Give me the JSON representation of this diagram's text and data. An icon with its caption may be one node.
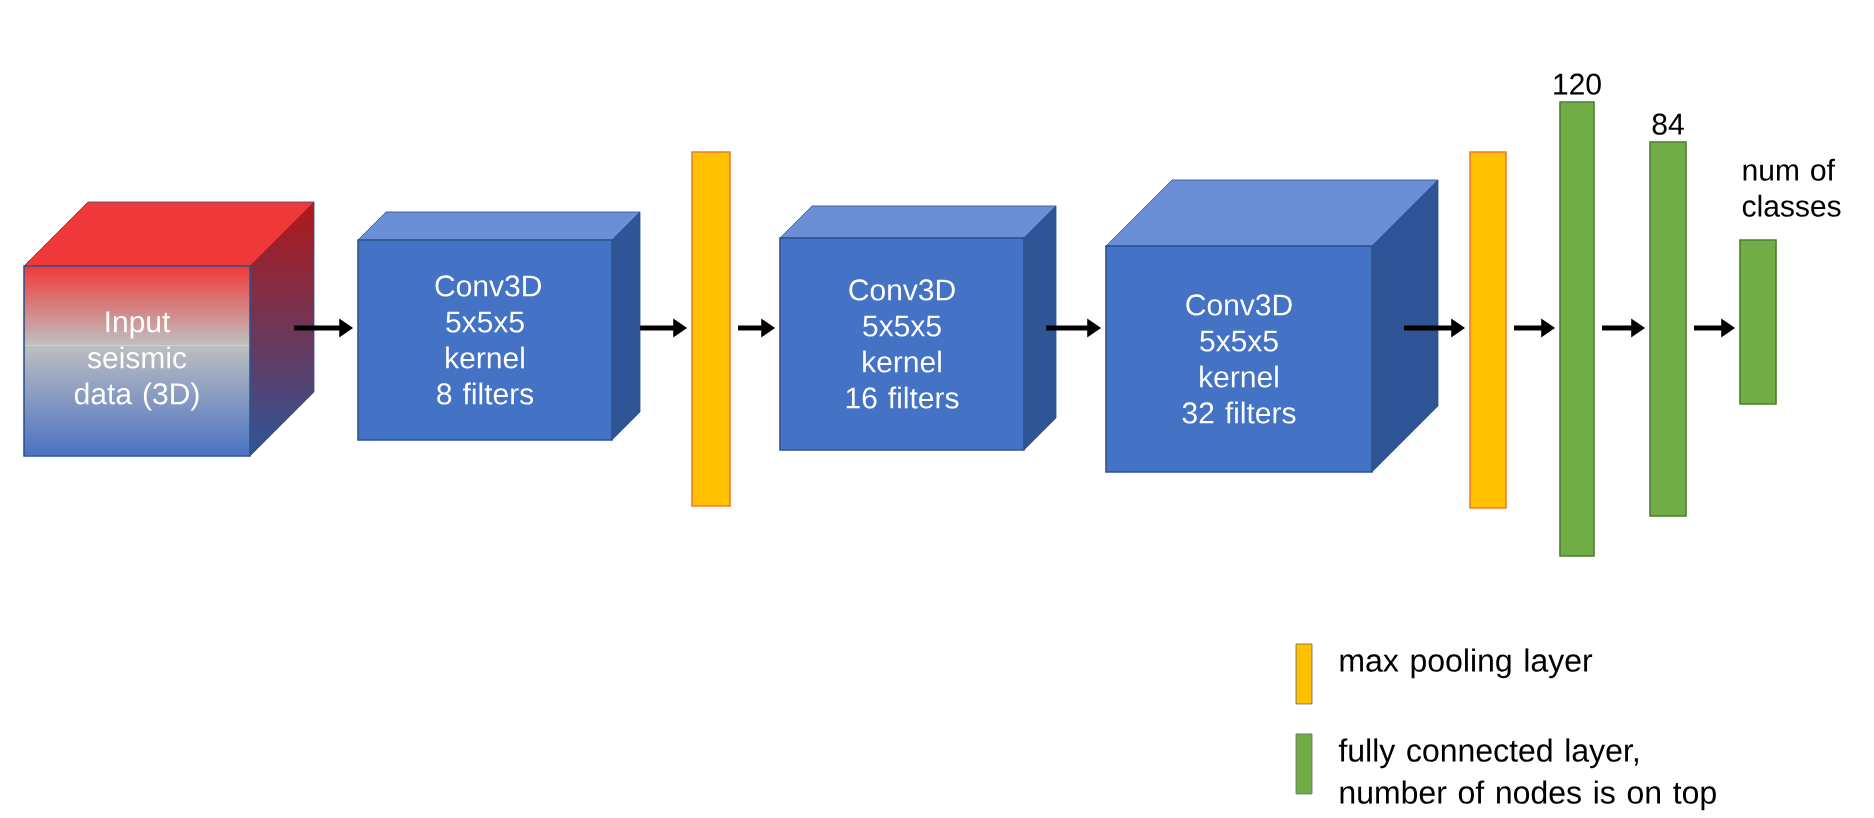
{
  "diagram": {
    "nodes": [
      {
        "text": [
          "Input seismic data (3D)"
        ]
      },
      {
        "text": [
          "Conv3D 5x5x5 kernel 8 filters"
        ]
      },
      {
        "text": [],
        "shape": "bar"
      },
      {
        "text": [
          "Conv3D 5x5x5 kernel 16 filters"
        ]
      },
      {
        "text": [
          "Conv3D 5x5x5 kernel 32 filters"
        ]
      },
      {
        "text": [],
        "shape": "bar"
      },
      {
        "text": [],
        "shape": "bar",
        "beside": [
          "120"
        ]
      },
      {
        "text": [],
        "shape": "bar",
        "beside": [
          "84"
        ]
      },
      {
        "text": [],
        "shape": "bar",
        "beside": [
          "num of classes"
        ]
      }
    ],
    "edges": [
      {
        "from": 0,
        "to": 1,
        "arrow": "to"
      },
      {
        "from": 1,
        "to": 2,
        "arrow": "to"
      },
      {
        "from": 2,
        "to": 3,
        "arrow": "to"
      },
      {
        "from": 3,
        "to": 4,
        "arrow": "to"
      },
      {
        "from": 4,
        "to": 5,
        "arrow": "to"
      },
      {
        "from": 5,
        "to": 6,
        "arrow": "to"
      },
      {
        "from": 6,
        "to": 7,
        "arrow": "to"
      },
      {
        "from": 7,
        "to": 8,
        "arrow": "to"
      }
    ],
    "legend": [
      {
        "text": "max pooling layer",
        "color": "#ffc000"
      },
      {
        "text": "fully connected layer, number of nodes is on top",
        "color": "#70ad47"
      }
    ]
  }
}
